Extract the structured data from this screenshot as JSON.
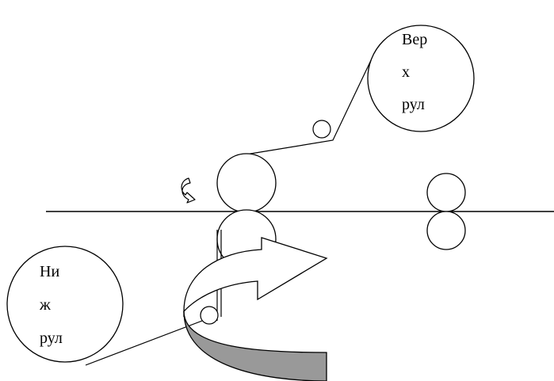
{
  "labels": {
    "upper_roll": [
      "Вер",
      "х",
      "рул"
    ],
    "lower_roll": [
      "Ни",
      "ж",
      "рул"
    ]
  },
  "colors": {
    "stroke": "#000000",
    "arrow_band_fill": "#999999",
    "background": "#ffffff"
  },
  "icons": {
    "rotation": "curved-rotation-arrow-icon",
    "feed": "large-curved-arrow-icon"
  }
}
